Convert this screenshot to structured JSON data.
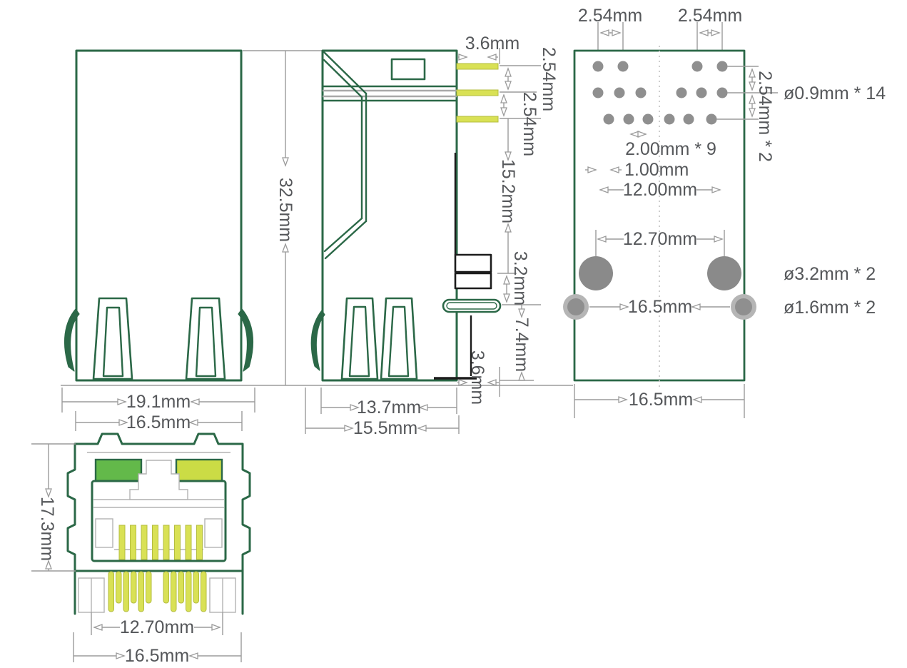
{
  "drawing": {
    "side_view": {
      "height": "32.5mm",
      "outer_width": "19.1mm",
      "inner_width": "16.5mm"
    },
    "profile_view": {
      "pin_length": "3.6mm",
      "pin_pitch_a": "2.54mm",
      "pin_pitch_b": "2.54mm",
      "pin_to_board": "15.2mm",
      "clip_height": "3.2mm",
      "latch_to_bottom": "7.4mm",
      "edge_offset": "3.6mm",
      "leg_span": "13.7mm",
      "body_depth": "15.5mm"
    },
    "top_view": {
      "pitch_left": "2.54mm",
      "pitch_right": "2.54mm",
      "row_pitch": "2.54mm * 2",
      "signal_holes": "ø0.9mm * 14",
      "pin_spacing": "2.00mm * 9",
      "row_offset": "1.00mm",
      "span": "12.00mm",
      "post_span": "12.70mm",
      "hole_span": "16.5mm",
      "post_holes": "ø3.2mm * 2",
      "small_holes": "ø1.6mm * 2",
      "board_width": "16.5mm"
    },
    "front_view": {
      "height": "17.3mm",
      "pin_span": "12.70mm",
      "width": "16.5mm"
    }
  }
}
